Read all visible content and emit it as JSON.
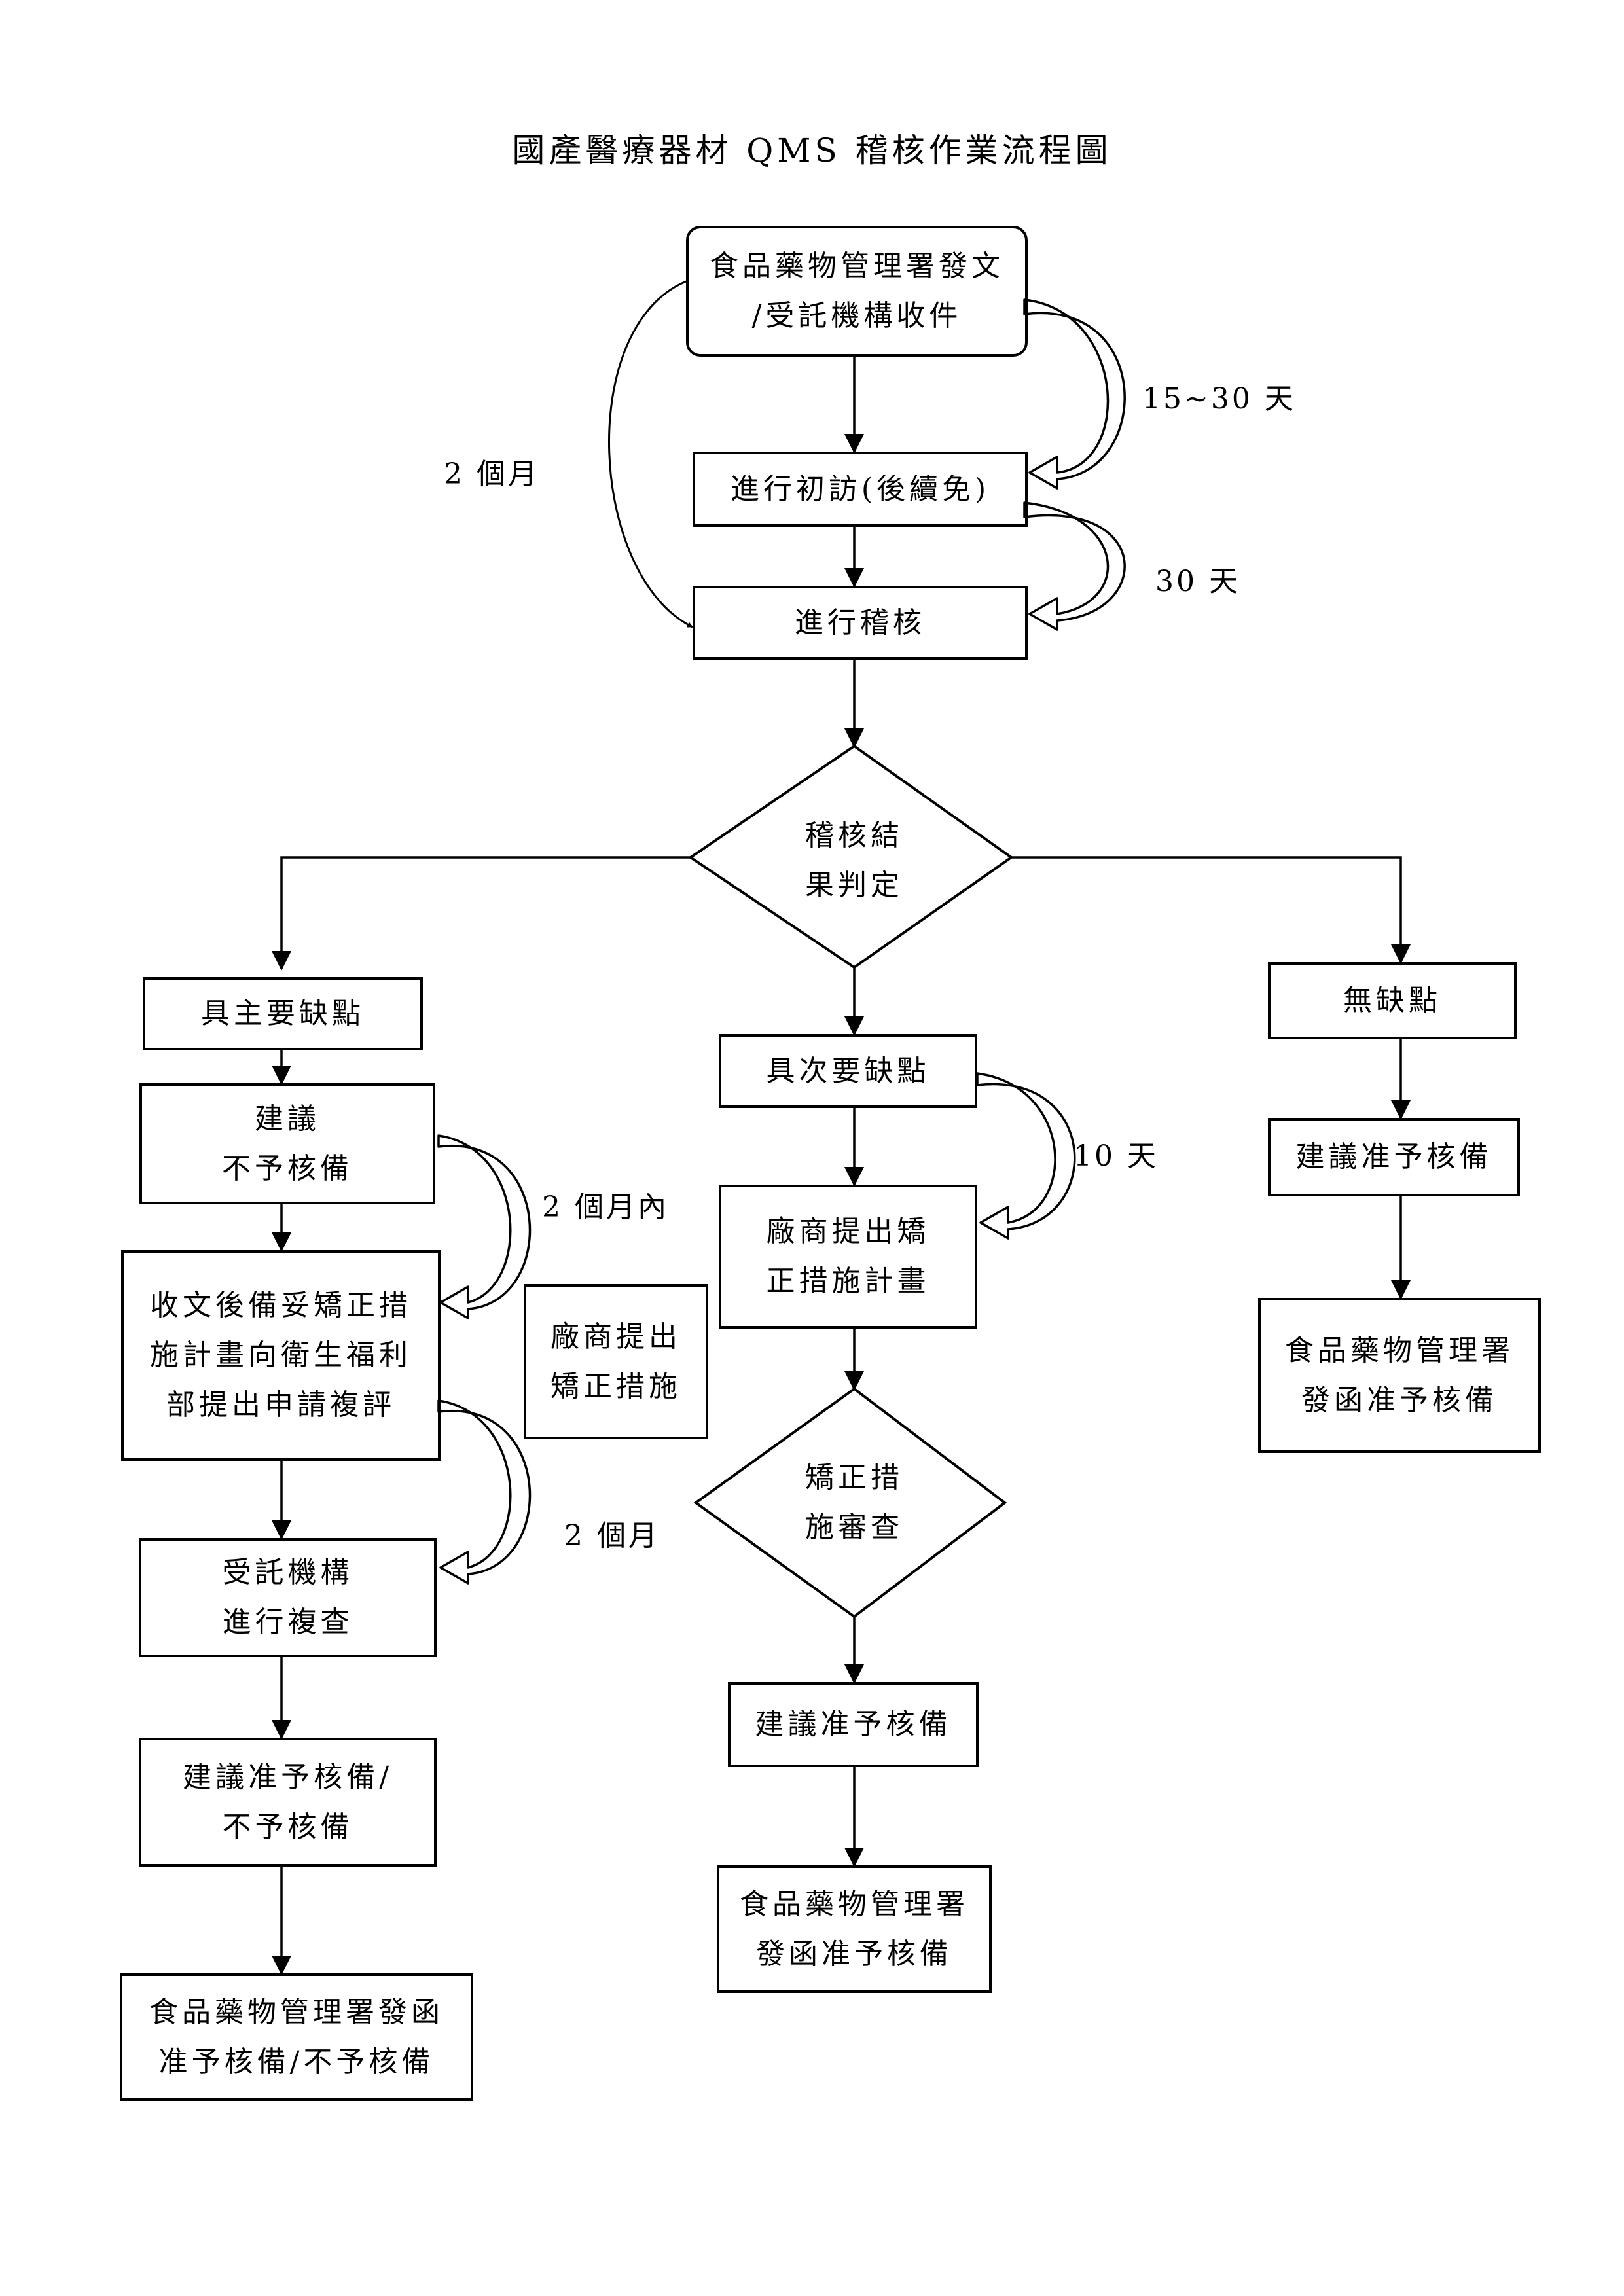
{
  "title": "國產醫療器材 QMS 稽核作業流程圖",
  "nodes": {
    "start": {
      "line1": "食品藥物管理署發文",
      "line2": "/受託機構收件"
    },
    "initial_visit": {
      "line1": "進行初訪(後續免)"
    },
    "audit": {
      "line1": "進行稽核"
    },
    "decision": {
      "line1": "稽核結",
      "line2": "果判定"
    },
    "major": {
      "line1": "具主要缺點"
    },
    "minor": {
      "line1": "具次要缺點"
    },
    "none": {
      "line1": "無缺點"
    },
    "major_suggest_reject": {
      "line1": "建議",
      "line2": "不予核備"
    },
    "major_resubmit": {
      "line1": "收文後備妥矯正措",
      "line2": "施計畫向衛生福利",
      "line3": "部提出申請複評"
    },
    "vendor_corrective": {
      "line1": "廠商提出",
      "line2": "矯正措施"
    },
    "major_recheck": {
      "line1": "受託機構",
      "line2": "進行複查"
    },
    "major_result": {
      "line1": "建議准予核備/",
      "line2": "不予核備"
    },
    "major_final": {
      "line1": "食品藥物管理署發函",
      "line2": "准予核備/不予核備"
    },
    "minor_plan": {
      "line1": "廠商提出矯",
      "line2": "正措施計畫"
    },
    "minor_review": {
      "line1": "矯正措",
      "line2": "施審查"
    },
    "minor_approve": {
      "line1": "建議准予核備"
    },
    "minor_final": {
      "line1": "食品藥物管理署",
      "line2": "發函准予核備"
    },
    "none_approve": {
      "line1": "建議准予核備"
    },
    "none_final": {
      "line1": "食品藥物管理署",
      "line2": "發函准予核備"
    }
  },
  "labels": {
    "two_months_top": "2 個月",
    "days_15_30": "15~30 天",
    "days_30": "30 天",
    "days_10": "10 天",
    "within_two_months": "2 個月內",
    "two_months_bottom": "2 個月"
  },
  "colors": {
    "line": "#000000",
    "background": "#ffffff"
  }
}
